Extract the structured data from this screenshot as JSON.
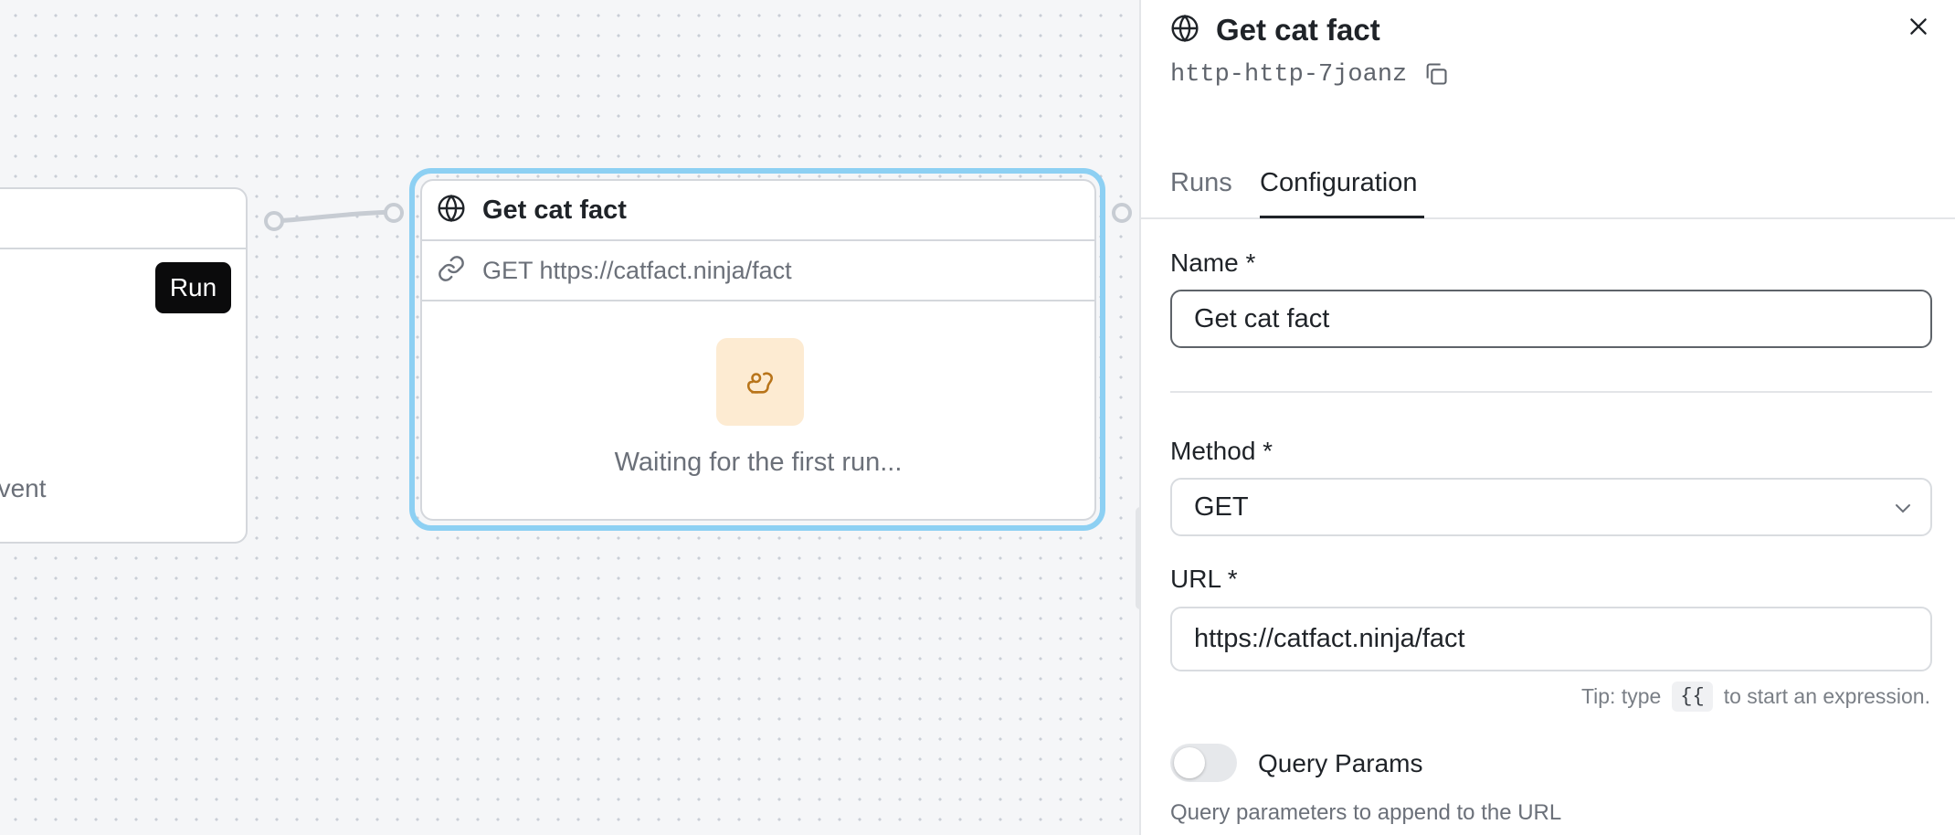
{
  "canvas": {
    "prev_node": {
      "run_label": "Run",
      "event_text": "event"
    },
    "node": {
      "title": "Get cat fact",
      "request": "GET https://catfact.ninja/fact",
      "status_text": "Waiting for the first run..."
    }
  },
  "panel": {
    "title": "Get cat fact",
    "slug": "http-http-7joanz",
    "tabs": {
      "runs": "Runs",
      "configuration": "Configuration",
      "active": "Configuration"
    },
    "name": {
      "label": "Name *",
      "value": "Get cat fact"
    },
    "method": {
      "label": "Method *",
      "value": "GET"
    },
    "url": {
      "label": "URL *",
      "value": "https://catfact.ninja/fact"
    },
    "tip": {
      "prefix": "Tip: type",
      "code": "{{",
      "suffix": "to start an expression."
    },
    "query_params": {
      "label": "Query Params",
      "enabled": false,
      "description": "Query parameters to append to the URL"
    }
  },
  "colors": {
    "selection": "#8dd0f3",
    "wait_icon_bg": "#fdebd2",
    "wait_icon_fg": "#b8741a"
  },
  "icons": {
    "node": "globe-icon",
    "request": "link-icon",
    "waiting": "squirrel-icon",
    "close": "close-icon",
    "copy": "copy-icon",
    "select": "chevron-down-icon"
  }
}
